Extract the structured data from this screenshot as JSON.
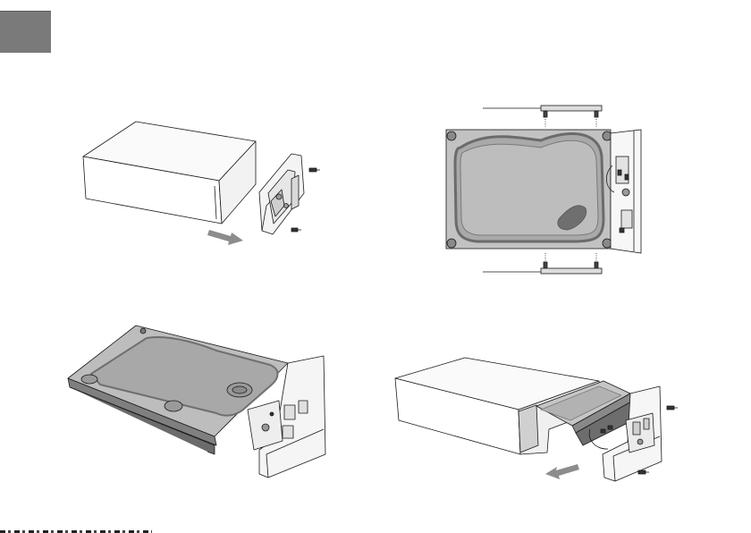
{
  "page": {
    "tab_color": "#7a7a7a",
    "line_color": "#1a1a1a",
    "fill_light": "#f4f4f4",
    "fill_disk": "#bfbfbf",
    "fill_disk_dark": "#8f8f8f",
    "arrow_color": "#8c8c8c"
  },
  "illustrations": [
    {
      "name": "enclosure-and-front-bracket",
      "icon": "arrow-right-icon"
    },
    {
      "name": "drive-with-mounting-rails",
      "icon": "arrow-vertical-icon"
    },
    {
      "name": "drive-mounted-on-bracket",
      "icon": "none"
    },
    {
      "name": "insert-drive-into-enclosure",
      "icon": "arrow-left-icon"
    }
  ]
}
